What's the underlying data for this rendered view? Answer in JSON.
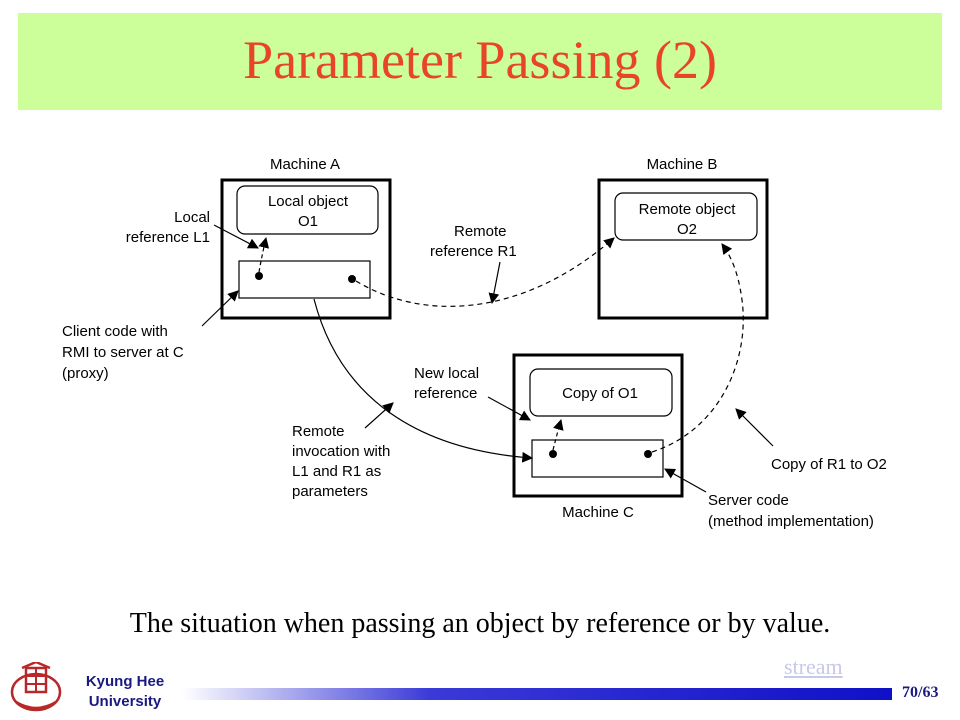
{
  "slide": {
    "title": "Parameter Passing (2)",
    "caption": "The situation when passing an object by reference or by value.",
    "stream_link": "stream",
    "university_line1": "Kyung Hee",
    "university_line2": "University",
    "page_number": "70/63"
  },
  "diagram": {
    "machine_a": "Machine A",
    "machine_b": "Machine B",
    "machine_c": "Machine C",
    "local_object_line1": "Local object",
    "local_object_line2": "O1",
    "remote_object_line1": "Remote object",
    "remote_object_line2": "O2",
    "copy_of_o1": "Copy of O1",
    "local_ref_line1": "Local",
    "local_ref_line2": "reference L1",
    "remote_ref_line1": "Remote",
    "remote_ref_line2": "reference R1",
    "client_code_line1": "Client code with",
    "client_code_line2": "RMI to server at C",
    "client_code_line3": "(proxy)",
    "new_local_line1": "New local",
    "new_local_line2": "reference",
    "remote_inv_line1": "Remote",
    "remote_inv_line2": "invocation with",
    "remote_inv_line3": "L1 and R1 as",
    "remote_inv_line4": "parameters",
    "copy_r1_label": "Copy of R1 to O2",
    "server_code_line1": "Server code",
    "server_code_line2": "(method implementation)"
  },
  "colors": {
    "title_bar": "#ccff99",
    "title_text": "#e8442a",
    "footer_text": "#1a1a80",
    "footer_bar": "#1010c8"
  }
}
